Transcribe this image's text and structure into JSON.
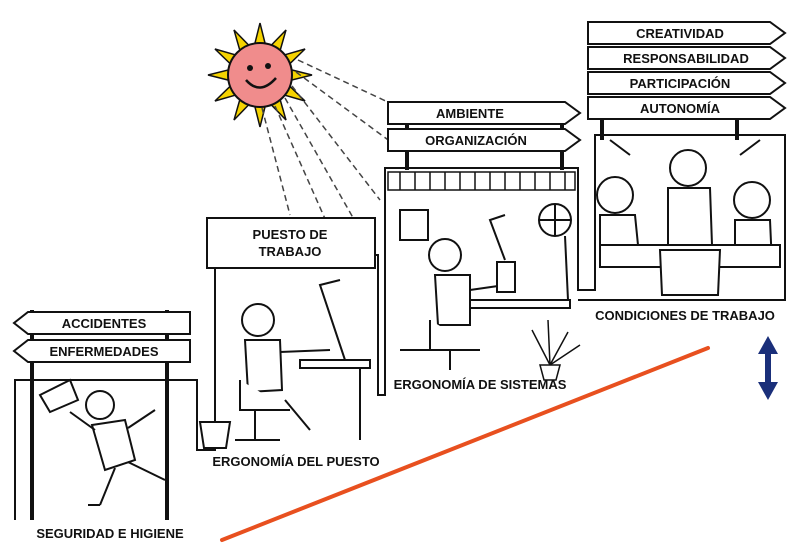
{
  "stages": [
    {
      "id": "seguridad",
      "caption": "SEGURIDAD E HIGIENE",
      "signs": [
        "ACCIDENTES",
        "ENFERMEDADES"
      ]
    },
    {
      "id": "puesto",
      "caption": "ERGONOMÍA DEL PUESTO",
      "board_lines": [
        "PUESTO DE",
        "TRABAJO"
      ]
    },
    {
      "id": "sistemas",
      "caption": "ERGONOMÍA DE SISTEMAS",
      "signs": [
        "AMBIENTE",
        "ORGANIZACIÓN"
      ]
    },
    {
      "id": "condiciones",
      "caption": "CONDICIONES DE TRABAJO",
      "signs": [
        "CREATIVIDAD",
        "RESPONSABILIDAD",
        "PARTICIPACIÓN",
        "AUTONOMÍA"
      ]
    }
  ],
  "colors": {
    "trend_line": "#e8501f",
    "arrow": "#1a2f7a",
    "sun_face": "#f08c8c",
    "sun_rays": "#f5d300",
    "ink": "#111111"
  },
  "icons": [
    "sun-icon",
    "up-down-arrow-icon",
    "fan-icon",
    "desk-lamp-icon",
    "plant-icon",
    "waste-basket-icon"
  ]
}
